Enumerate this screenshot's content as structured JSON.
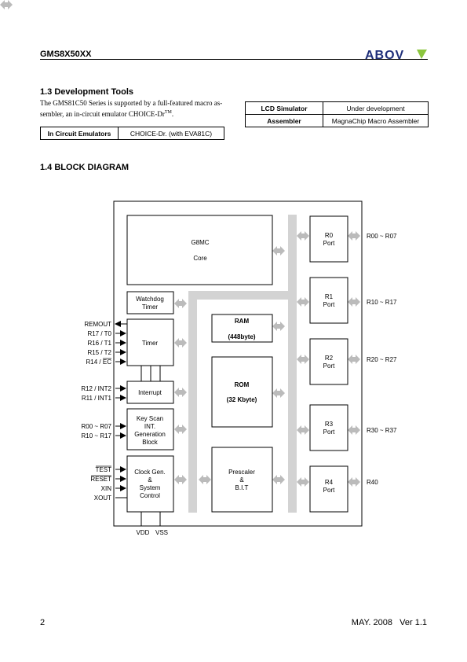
{
  "header": {
    "doc_id": "GMS8X50XX",
    "logo_text": "ABOV"
  },
  "dev_tools": {
    "heading": "1.3 Development Tools",
    "paragraph_line1": "The GMS81C50 Series is supported by a full-featured macro as-",
    "paragraph_line2_pre": "sembler, an in-circuit emulator CHOICE-Dr",
    "paragraph_tm": "TM",
    "paragraph_end": ".",
    "emulator_table": {
      "label": "In Circuit Emulators",
      "value": "CHOICE-Dr. (with EVA81C)"
    },
    "right_table": [
      {
        "label": "LCD Simulator",
        "value": "Under development"
      },
      {
        "label": "Assembler",
        "value": "MagnaChip Macro Assembler"
      }
    ]
  },
  "block_diagram": {
    "heading": "1.4 BLOCK DIAGRAM",
    "core_title": "G8MC",
    "core_sub": "Core",
    "watchdog_l1": "Watchdog",
    "watchdog_l2": "Timer",
    "timer": "Timer",
    "interrupt": "Interrupt",
    "keyscan_l1": "Key Scan",
    "keyscan_l2": "INT.",
    "keyscan_l3": "Generation",
    "keyscan_l4": "Block",
    "clock_l1": "Clock Gen.",
    "clock_l2": "&",
    "clock_l3": "System",
    "clock_l4": "Control",
    "ram_l1": "RAM",
    "ram_l2": "(448byte)",
    "rom_l1": "ROM",
    "rom_l2": "(32 Kbyte)",
    "prescaler_l1": "Prescaler",
    "prescaler_l2": "&",
    "prescaler_l3": "B.I.T",
    "ports": [
      {
        "l1": "R0",
        "l2": "Port",
        "pins": "R00 ~ R07"
      },
      {
        "l1": "R1",
        "l2": "Port",
        "pins": "R10 ~ R17"
      },
      {
        "l1": "R2",
        "l2": "Port",
        "pins": "R20 ~ R27"
      },
      {
        "l1": "R3",
        "l2": "Port",
        "pins": "R30 ~ R37"
      },
      {
        "l1": "R4",
        "l2": "Port",
        "pins": "R40"
      }
    ],
    "timer_pins": [
      "REMOUT",
      "R17 / T0",
      "R16 / T1",
      "R15 / T2",
      "R14 / EC"
    ],
    "int_pins": [
      "R12 / INT2",
      "R11 / INT1"
    ],
    "keyscan_pins": [
      "R00 ~ R07",
      "R10 ~ R17"
    ],
    "clock_pins": [
      "TEST",
      "RESET",
      "XIN",
      "XOUT"
    ],
    "power_pins": [
      "VDD",
      "VSS"
    ]
  },
  "footer": {
    "page": "2",
    "date_version": "MAY. 2008   Ver 1.1"
  }
}
